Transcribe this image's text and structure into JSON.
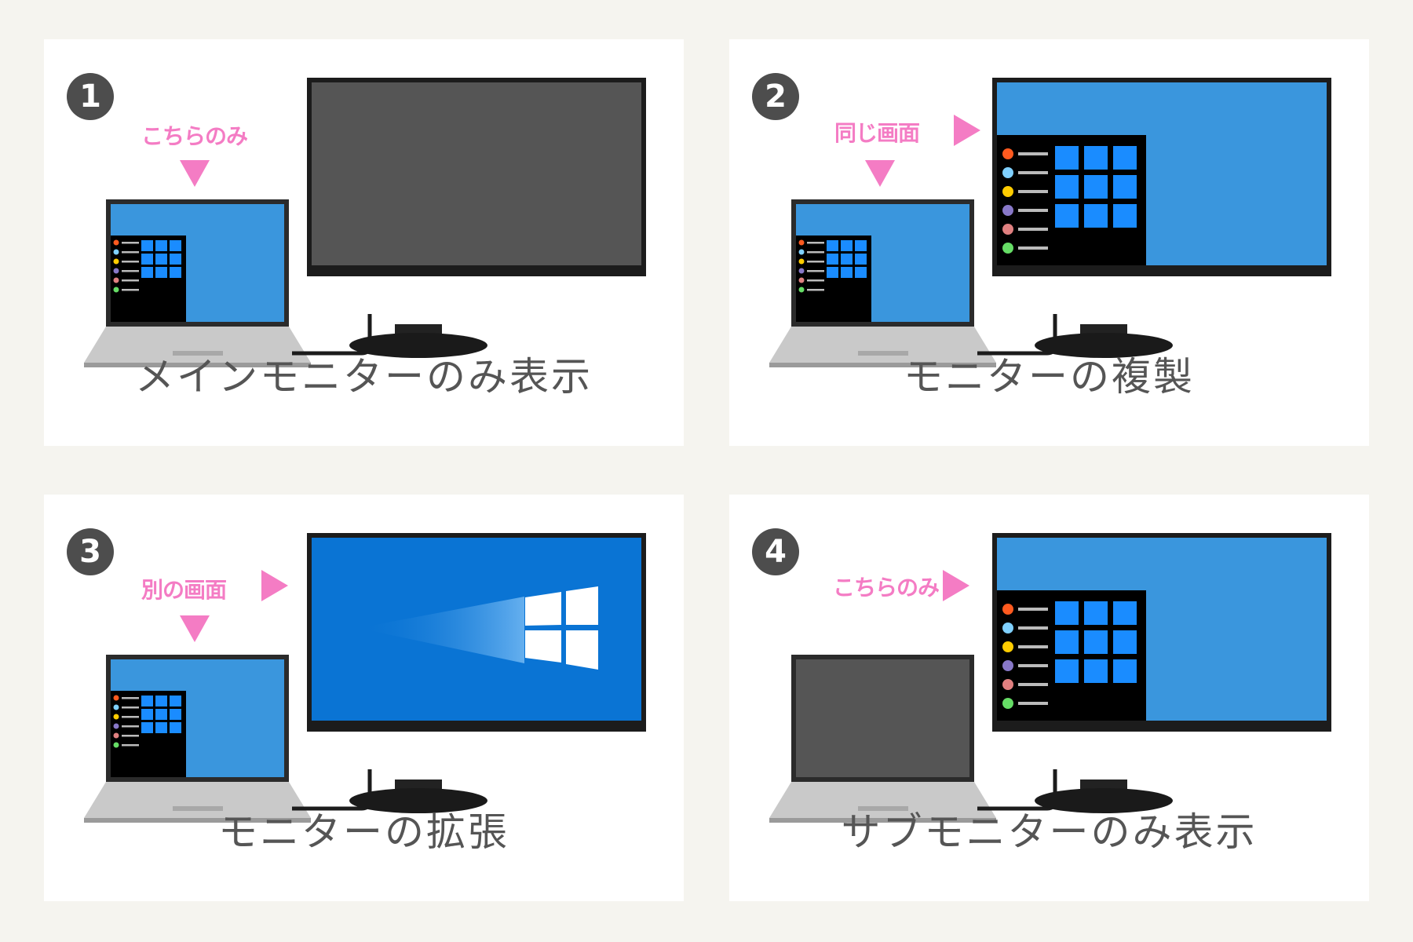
{
  "colors": {
    "background": "#f5f4ef",
    "panel": "#ffffff",
    "screen_blue": "#3a96dd",
    "screen_off": "#555555",
    "wallpaper_blue": "#0a74d4",
    "accent_pink": "#f47cc4",
    "caption_text": "#555555"
  },
  "panels": [
    {
      "number": "1",
      "tag": "こちらのみ",
      "caption": "メインモニターのみ表示",
      "laptop_screen": "desktop",
      "monitor_screen": "off"
    },
    {
      "number": "2",
      "tag": "同じ画面",
      "caption": "モニターの複製",
      "laptop_screen": "desktop",
      "monitor_screen": "desktop"
    },
    {
      "number": "3",
      "tag": "別の画面",
      "caption": "モニターの拡張",
      "laptop_screen": "desktop",
      "monitor_screen": "wallpaper"
    },
    {
      "number": "4",
      "tag": "こちらのみ",
      "caption": "サブモニターのみ表示",
      "laptop_screen": "off",
      "monitor_screen": "desktop"
    }
  ],
  "icons": [
    "number-badge-icon",
    "down-arrow-icon",
    "right-arrow-icon",
    "laptop-icon",
    "monitor-icon",
    "windows-logo-icon"
  ]
}
